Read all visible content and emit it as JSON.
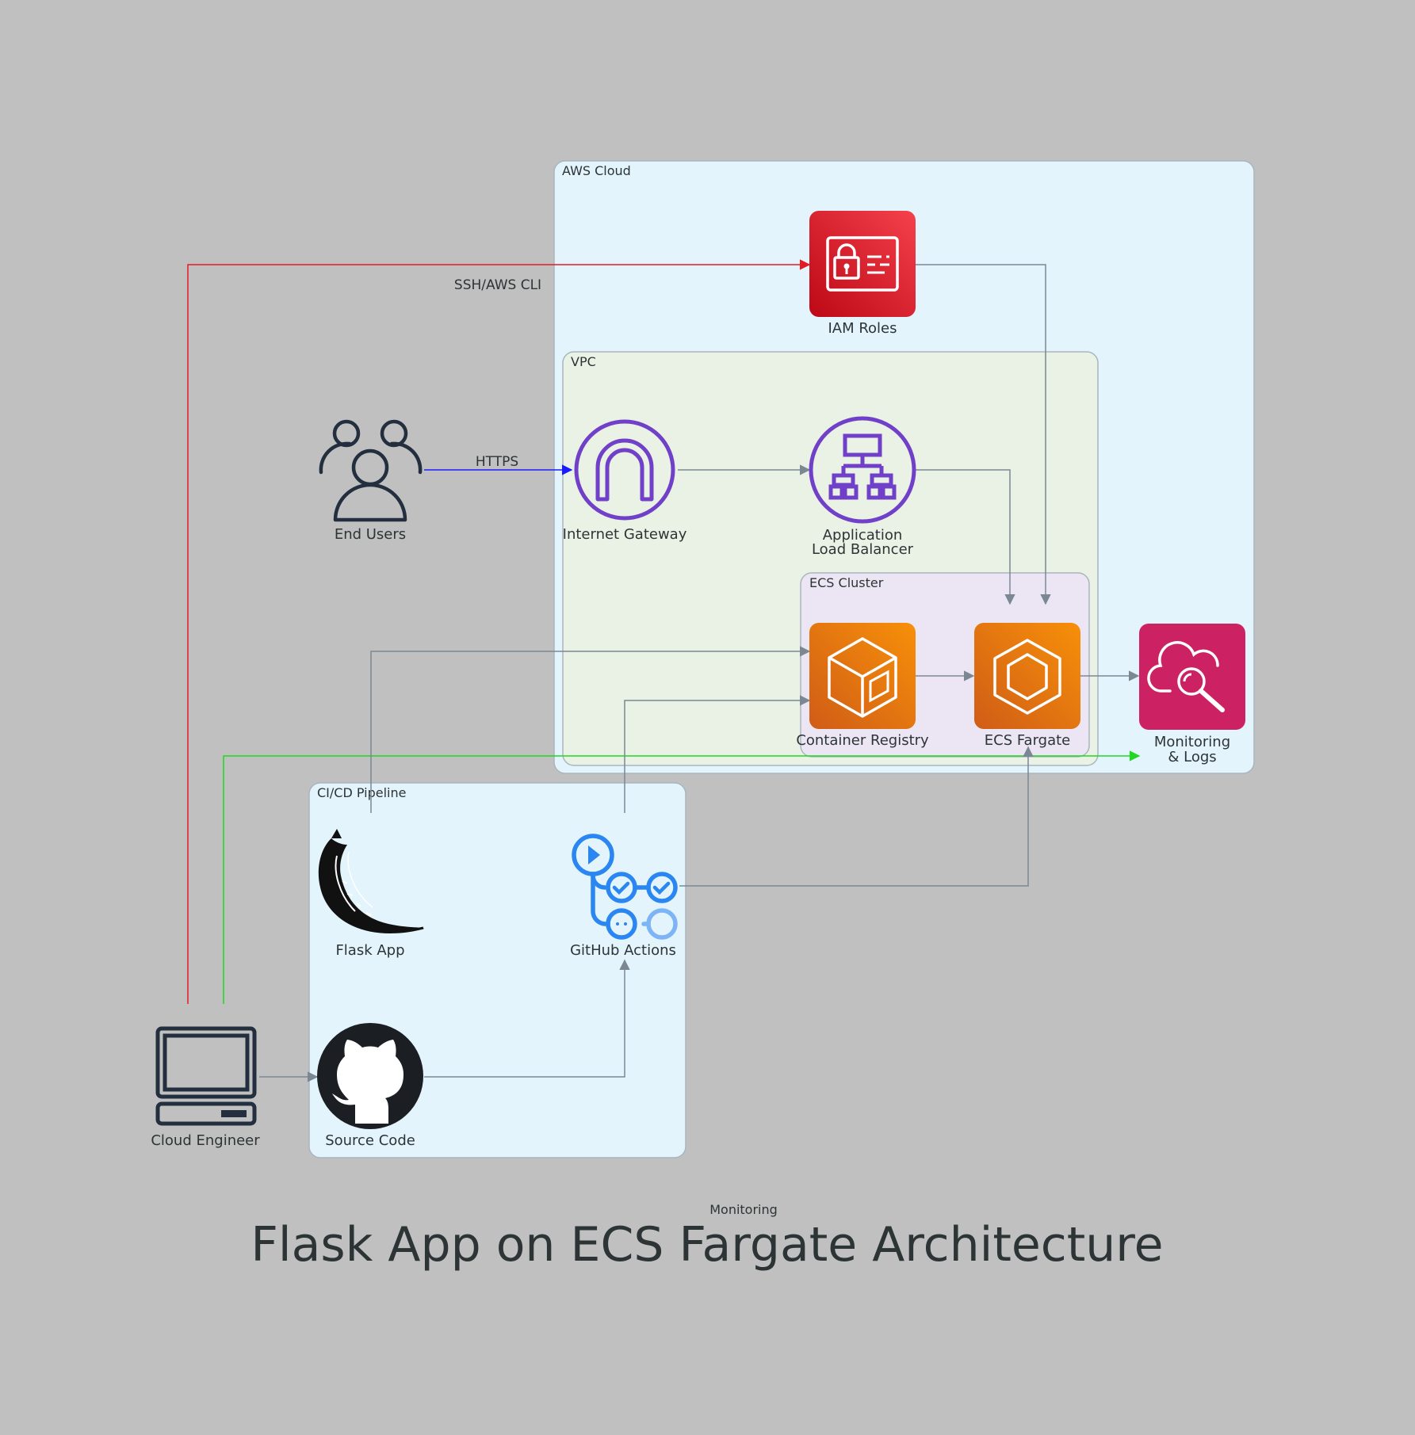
{
  "diagram": {
    "title": "Flask App on ECS Fargate Architecture",
    "caption": "Monitoring",
    "clusters": {
      "aws_cloud": "AWS Cloud",
      "vpc": "VPC",
      "ecs_cluster": "ECS Cluster",
      "cicd": "CI/CD Pipeline"
    },
    "nodes": {
      "iam": "IAM Roles",
      "igw": "Internet Gateway",
      "alb_line1": "Application",
      "alb_line2": "Load Balancer",
      "ecr": "Container Registry",
      "fargate": "ECS Fargate",
      "monitoring_line1": "Monitoring",
      "monitoring_line2": "& Logs",
      "users": "End Users",
      "flask": "Flask App",
      "gha": "GitHub Actions",
      "engineer": "Cloud Engineer",
      "source": "Source Code"
    },
    "edges": {
      "ssh": "SSH/AWS CLI",
      "https": "HTTPS"
    },
    "colors": {
      "background": "#c0c0c0",
      "aws_fill": "#e3f4fc",
      "vpc_fill": "#eaf2e6",
      "ecs_fill": "#ece6f4",
      "cicd_fill": "#e3f4fc",
      "edge_gray": "#7b8894",
      "edge_red": "#e31b23",
      "edge_blue": "#1a1aff",
      "edge_green": "#1fd81f",
      "aws_purple": "#7040c8",
      "aws_orange": "#e8780e",
      "aws_red": "#dd2a36",
      "aws_pink": "#cc2264",
      "dark_icon": "#232f3e",
      "github_blue": "#2a86f0"
    }
  }
}
